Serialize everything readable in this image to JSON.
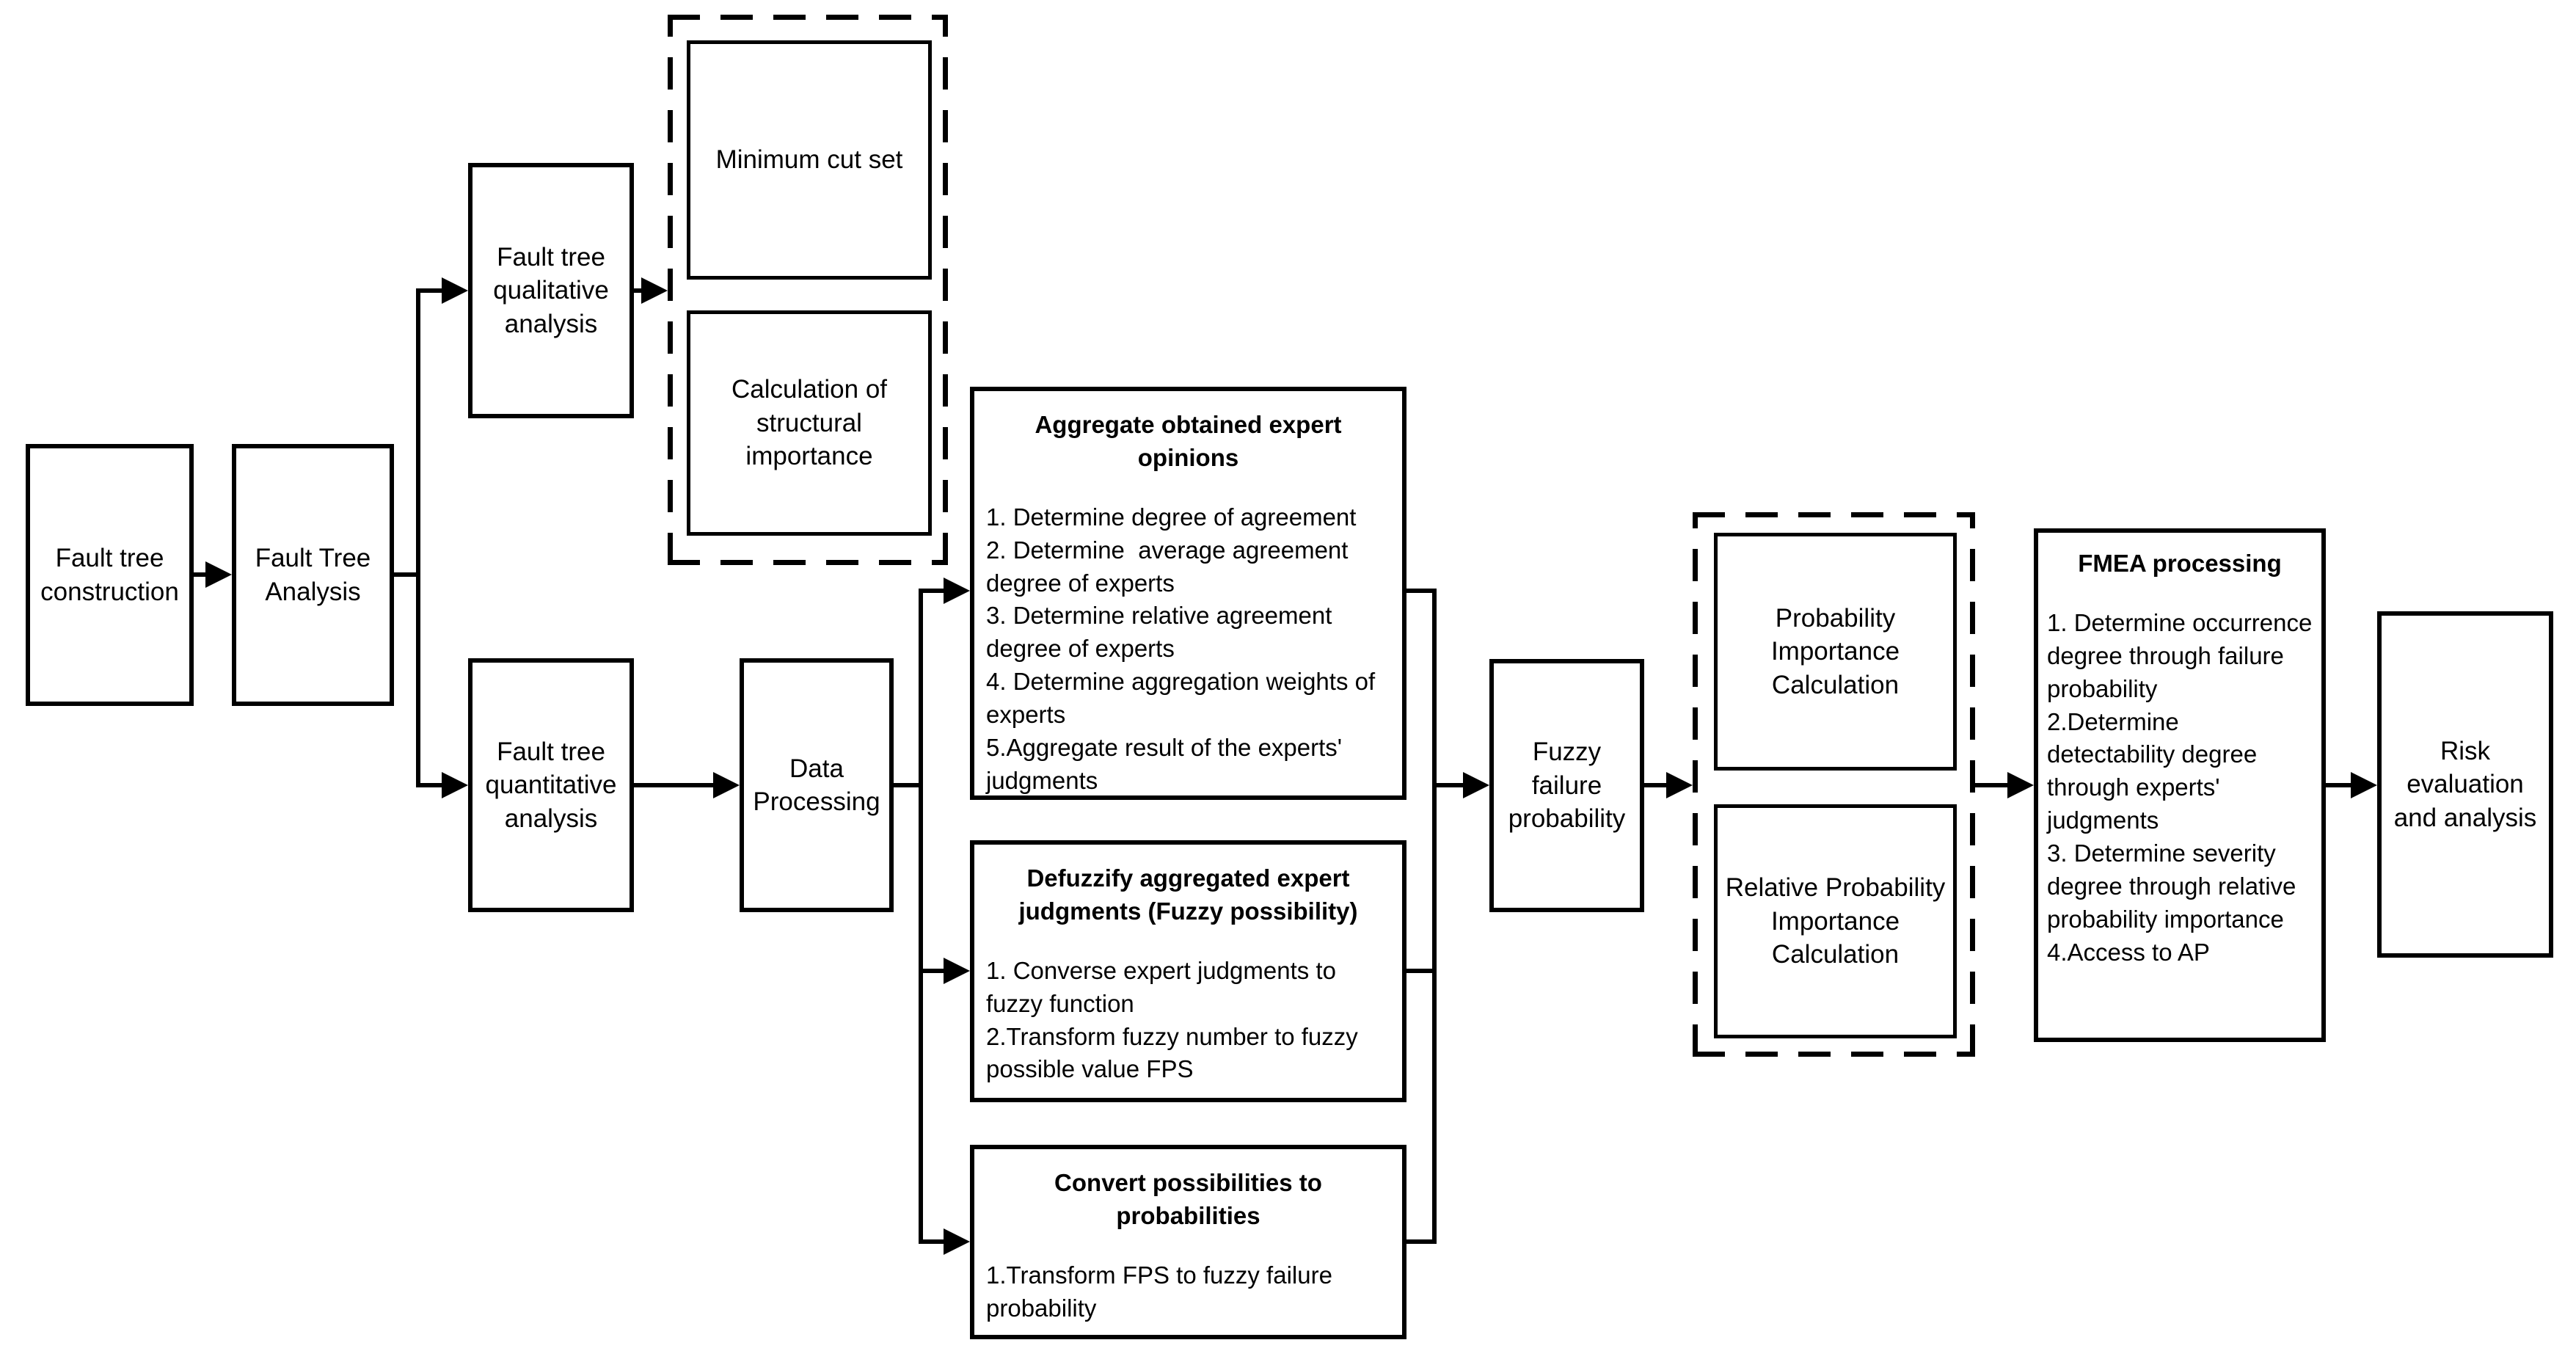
{
  "diagram": {
    "type": "flowchart",
    "colors": {
      "background": "#ffffff",
      "line": "#000000",
      "text": "#000000"
    },
    "nodes": {
      "fault_tree_construction": {
        "label": "Fault tree construction"
      },
      "fault_tree_analysis": {
        "label": "Fault Tree Analysis"
      },
      "fault_tree_qualitative_analysis": {
        "label": "Fault tree qualitative analysis"
      },
      "minimum_cut_set": {
        "label": "Minimum cut set"
      },
      "calculation_of_structural_importance": {
        "label": "Calculation of structural importance"
      },
      "fault_tree_quantitative_analysis": {
        "label": "Fault tree quantitative analysis"
      },
      "data_processing": {
        "label": "Data Processing"
      },
      "aggregate_expert_opinions": {
        "title": "Aggregate obtained expert opinions",
        "items": [
          "1. Determine degree of agreement",
          "2. Determine  average agreement degree of experts",
          "3. Determine relative agreement degree of experts",
          "4. Determine aggregation weights of experts",
          "5.Aggregate result of the experts' judgments"
        ]
      },
      "defuzzify_judgments": {
        "title": "Defuzzify aggregated expert judgments (Fuzzy possibility)",
        "items": [
          "1. Converse expert judgments to fuzzy function",
          "2.Transform fuzzy number to fuzzy possible value FPS"
        ]
      },
      "convert_possibilities": {
        "title": "Convert possibilities to probabilities",
        "items": [
          "1.Transform FPS to fuzzy failure probability"
        ]
      },
      "fuzzy_failure_probability": {
        "label": "Fuzzy failure probability"
      },
      "probability_importance_calculation": {
        "label": "Probability Importance Calculation"
      },
      "relative_probability_importance_calculation": {
        "label": "Relative Probability Importance Calculation"
      },
      "fmea_processing": {
        "title": "FMEA processing",
        "items": [
          "1. Determine occurrence degree through failure probability",
          "2.Determine detectability degree through experts' judgments",
          "3. Determine severity degree through relative probability importance",
          "4.Access to AP"
        ]
      },
      "risk_evaluation": {
        "label": "Risk evaluation and analysis"
      }
    }
  }
}
